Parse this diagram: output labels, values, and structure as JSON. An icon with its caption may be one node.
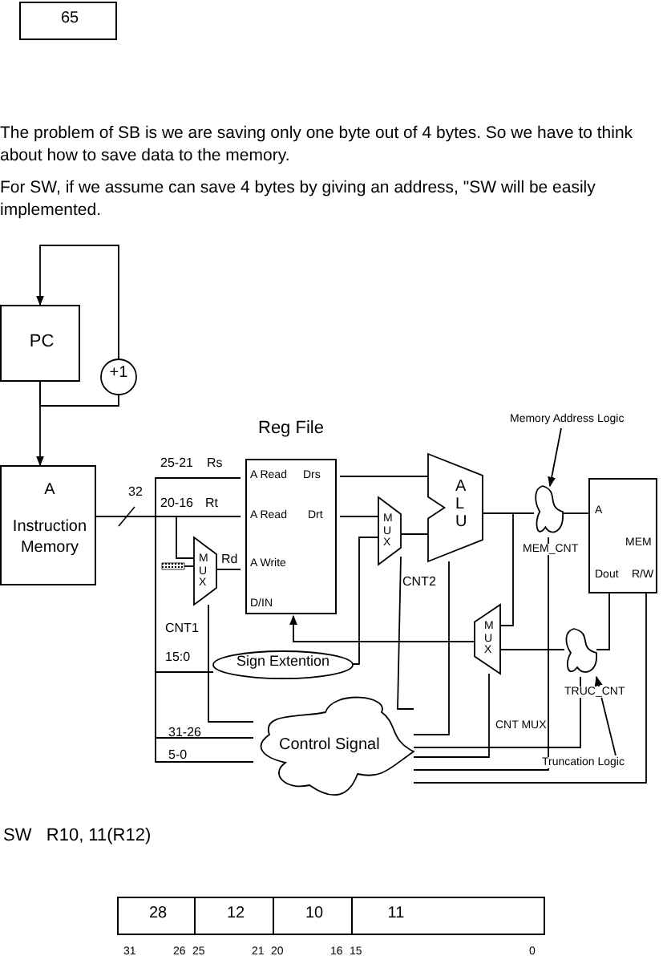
{
  "diagram": {
    "nodes": [
      {
        "text": [
          "65"
        ]
      },
      {
        "text": [
          "PC"
        ]
      },
      {
        "text": [
          "+1"
        ]
      },
      {
        "text": [
          "A",
          "Instruction Memory"
        ]
      },
      {
        "text": [
          "Reg File",
          "A Read",
          "Drs",
          "A Read",
          "Drt",
          "A Write",
          "D/IN"
        ]
      },
      {
        "text": [
          "MUX"
        ]
      },
      {
        "text": [
          "MUX"
        ]
      },
      {
        "text": [
          "ALU"
        ]
      },
      {
        "text": [],
        "shape": "cloud",
        "beside": [
          "MEM_CNT"
        ]
      },
      {
        "text": [
          "A",
          "MEM",
          "Dout",
          "R/W"
        ]
      },
      {
        "text": [
          "MUX"
        ]
      },
      {
        "text": [],
        "shape": "cloud",
        "beside": [
          "TRUC_CNT"
        ]
      },
      {
        "text": [
          "Sign Extention"
        ]
      },
      {
        "text": [
          "Control Signal"
        ]
      },
      {
        "text": [
          "Memory Address Logic"
        ]
      },
      {
        "text": [
          "Truncation Logic"
        ]
      },
      {
        "text": [
          "28"
        ]
      },
      {
        "text": [
          "12"
        ]
      },
      {
        "text": [
          "10"
        ]
      },
      {
        "text": [
          "11"
        ]
      },
      {
        "text": [],
        "shape": "box"
      }
    ],
    "edges": [
      {
        "from": 1,
        "to": 3,
        "arrow": "to"
      },
      {
        "from": 1,
        "to": 2,
        "arrow": "none"
      },
      {
        "from": 2,
        "to": 1,
        "arrow": "to"
      },
      {
        "from": 3,
        "to": 4,
        "arrow": "none"
      },
      {
        "from": 3,
        "to": 4,
        "arrow": "none"
      },
      {
        "from": 3,
        "to": 5,
        "arrow": "none"
      },
      {
        "from": 5,
        "to": 4,
        "arrow": "none"
      },
      {
        "from": 3,
        "to": 12,
        "arrow": "none"
      },
      {
        "from": 3,
        "to": 13,
        "arrow": "none"
      },
      {
        "from": 3,
        "to": 13,
        "arrow": "none"
      },
      {
        "from": 4,
        "to": 7,
        "arrow": "none"
      },
      {
        "from": 4,
        "to": 6,
        "arrow": "none"
      },
      {
        "from": 12,
        "to": 6,
        "arrow": "none"
      },
      {
        "from": 6,
        "to": 7,
        "arrow": "none"
      },
      {
        "from": 7,
        "to": 8,
        "arrow": "none"
      },
      {
        "from": 8,
        "to": 9,
        "arrow": "none"
      },
      {
        "from": 7,
        "to": 10,
        "arrow": "none"
      },
      {
        "from": 9,
        "to": 11,
        "arrow": "none"
      },
      {
        "from": 11,
        "to": 10,
        "arrow": "none"
      },
      {
        "from": 10,
        "to": 4,
        "arrow": "to"
      },
      {
        "from": 13,
        "to": 5,
        "arrow": "none"
      },
      {
        "from": 13,
        "to": 6,
        "arrow": "none"
      },
      {
        "from": 13,
        "to": 7,
        "arrow": "none"
      },
      {
        "from": 13,
        "to": 8,
        "arrow": "none"
      },
      {
        "from": 13,
        "to": 10,
        "arrow": "none"
      },
      {
        "from": 13,
        "to": 11,
        "arrow": "none"
      },
      {
        "from": 13,
        "to": 9,
        "arrow": "none"
      },
      {
        "from": 14,
        "to": 8,
        "arrow": "to"
      },
      {
        "from": 15,
        "to": 11,
        "arrow": "to"
      },
      {
        "from": 20,
        "to": 5,
        "arrow": "none"
      }
    ],
    "labels": [
      "The problem of SB is we are saving only one byte out of 4 bytes. So we have to think about how to save data to the memory.",
      "For SW, if we assume can save 4 bytes by giving an address, \"SW will be easily implemented.",
      "25-21",
      "Rs",
      "32",
      "20-16",
      "Rt",
      "Rd",
      "CNT2",
      "CNT1",
      "15:0",
      "CNT MUX",
      "31-26",
      "5-0",
      "SW   R10, 11(R12)",
      "31",
      "26",
      "25",
      "21",
      "20",
      "16",
      "15",
      "0"
    ]
  }
}
